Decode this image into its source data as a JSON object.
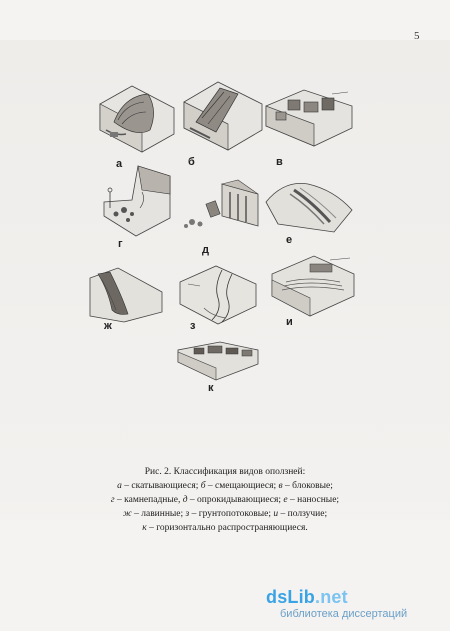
{
  "page": {
    "number": "5"
  },
  "figures": [
    {
      "id": "a",
      "label": "а"
    },
    {
      "id": "b",
      "label": "б"
    },
    {
      "id": "v",
      "label": "в"
    },
    {
      "id": "g",
      "label": "г"
    },
    {
      "id": "d",
      "label": "д"
    },
    {
      "id": "e",
      "label": "е"
    },
    {
      "id": "zh",
      "label": "ж"
    },
    {
      "id": "z",
      "label": "з"
    },
    {
      "id": "i",
      "label": "и"
    },
    {
      "id": "k",
      "label": "к"
    }
  ],
  "caption": {
    "title": "Рис. 2. Классификация видов оползней:",
    "items": [
      {
        "letter": "а",
        "text": "скатывающиеся;"
      },
      {
        "letter": "б",
        "text": "смещающиеся;"
      },
      {
        "letter": "в",
        "text": "блоковые;"
      },
      {
        "letter": "г",
        "text": "камнепадные,"
      },
      {
        "letter": "д",
        "text": "опрокидывающиеся;"
      },
      {
        "letter": "е",
        "text": "наносные;"
      },
      {
        "letter": "ж",
        "text": "лавинные;"
      },
      {
        "letter": "з",
        "text": "грунтопотоковые;"
      },
      {
        "letter": "и",
        "text": "ползучие;"
      },
      {
        "letter": "к",
        "text": "горизонтально распространяющиеся."
      }
    ]
  },
  "watermark": {
    "brand": "dsLib",
    "ext": ".net",
    "subtitle": "библиотека диссертаций"
  }
}
